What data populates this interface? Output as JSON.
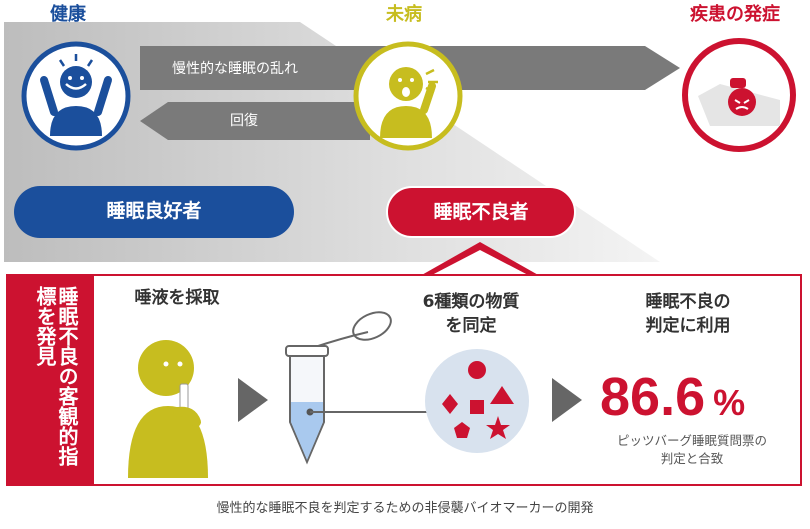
{
  "stages": {
    "healthy": {
      "label": "健康",
      "color": "#1b4f9c",
      "icon": "happy-person-icon"
    },
    "pre_symptomatic": {
      "label": "未病",
      "color": "#c7bd1f",
      "icon": "tired-person-icon"
    },
    "disease_onset": {
      "label": "疾患の発症",
      "color": "#cc1230",
      "icon": "sick-in-bed-icon"
    }
  },
  "arrows": {
    "forward": "慢性的な睡眠の乱れ",
    "back": "回復"
  },
  "groups": {
    "good_sleepers": "睡眠良好者",
    "poor_sleepers": "睡眠不良者"
  },
  "panel": {
    "side_title": "睡眠不良の客観的指標を発見",
    "step1": "唾液を採取",
    "step2_line1": "6種類の物質",
    "step2_line2": "を同定",
    "step3_line1": "睡眠不良の",
    "step3_line2": "判定に利用",
    "result_value": "86.6",
    "result_unit": "%",
    "result_note_line1": "ピッツバーグ睡眠質問票の",
    "result_note_line2": "判定と合致"
  },
  "caption": "慢性的な睡眠不良を判定するための非侵襲バイオマーカーの開発",
  "colors": {
    "navy": "#1b4f9c",
    "yellow": "#c7bd1f",
    "red": "#cc1230",
    "gray_arrow": "#7a7a7a"
  }
}
